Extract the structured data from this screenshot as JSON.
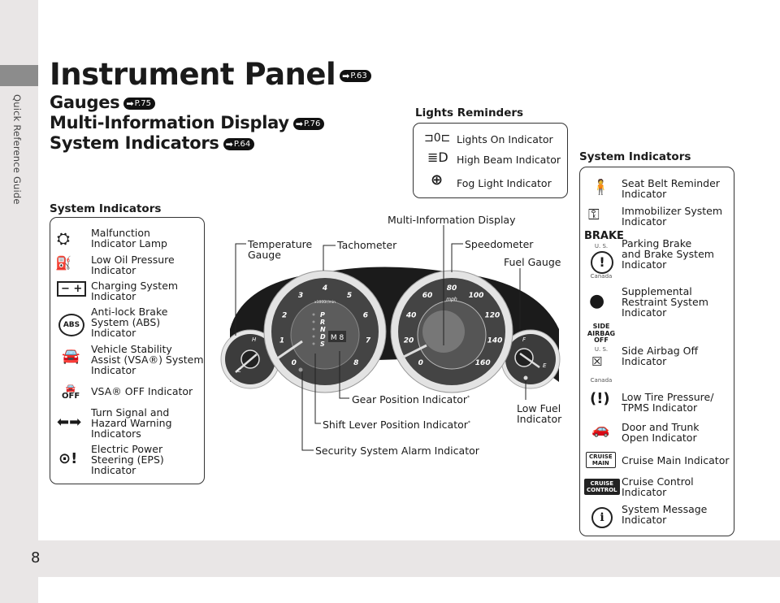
{
  "sidebar": {
    "label": "Quick Reference Guide"
  },
  "page_number": "8",
  "headings": {
    "title": "Instrument Panel",
    "title_ref": "P.63",
    "gauges": "Gauges",
    "gauges_ref": "P.75",
    "mid": "Multi-Information Display",
    "mid_ref": "P.76",
    "indicators": "System Indicators",
    "indicators_ref": "P.64"
  },
  "lights": {
    "title": "Lights Reminders",
    "items": [
      "Lights On Indicator",
      "High Beam Indicator",
      "Fog Light Indicator"
    ]
  },
  "left_indicators": {
    "title": "System Indicators",
    "items": [
      "Malfunction\nIndicator Lamp",
      "Low Oil Pressure\nIndicator",
      "Charging System\nIndicator",
      "Anti-lock Brake\nSystem (ABS)\nIndicator",
      "Vehicle Stability\nAssist (VSA®) System\nIndicator",
      "VSA® OFF Indicator",
      "Turn Signal and\nHazard Warning\nIndicators",
      "Electric Power\nSteering (EPS)\nIndicator"
    ]
  },
  "right_indicators": {
    "title": "System Indicators",
    "items": [
      "Seat Belt Reminder\nIndicator",
      "Immobilizer System\nIndicator",
      "Parking Brake\nand Brake System\nIndicator",
      "Supplemental\nRestraint System\nIndicator",
      "Side Airbag Off\nIndicator",
      "Low Tire Pressure/\nTPMS Indicator",
      "Door and Trunk\nOpen Indicator",
      "Cruise Main Indicator",
      "Cruise Control\nIndicator",
      "System Message\nIndicator"
    ],
    "icon_text": {
      "brake": "BRAKE",
      "us": "U. S.",
      "canada": "Canada",
      "side_airbag": "SIDE\nAIRBAG\nOFF",
      "cruise_main": "CRUISE\nMAIN",
      "cruise_control": "CRUISE\nCONTROL",
      "abs": "ABS",
      "vsa_off": "OFF"
    }
  },
  "cluster": {
    "labels": {
      "mid": "Multi-Information Display",
      "temp": "Temperature\nGauge",
      "tach": "Tachometer",
      "speed": "Speedometer",
      "fuel": "Fuel Gauge",
      "gear": "Gear Position Indicator",
      "shift": "Shift Lever Position Indicator",
      "security": "Security System Alarm Indicator",
      "lowfuel": "Low Fuel\nIndicator",
      "asterisk": "*"
    },
    "tach_ticks": [
      "0",
      "1",
      "2",
      "3",
      "4",
      "5",
      "6",
      "7",
      "8"
    ],
    "tach_unit": "x1000r/min",
    "speed_ticks": [
      "0",
      "20",
      "40",
      "60",
      "80",
      "100",
      "120",
      "140",
      "160"
    ],
    "speed_unit": "mph",
    "gears": [
      "P",
      "R",
      "N",
      "D",
      "S"
    ],
    "gear_display": "M 8",
    "temp_marks": [
      "H",
      "C"
    ],
    "fuel_marks": [
      "F",
      "E"
    ]
  }
}
